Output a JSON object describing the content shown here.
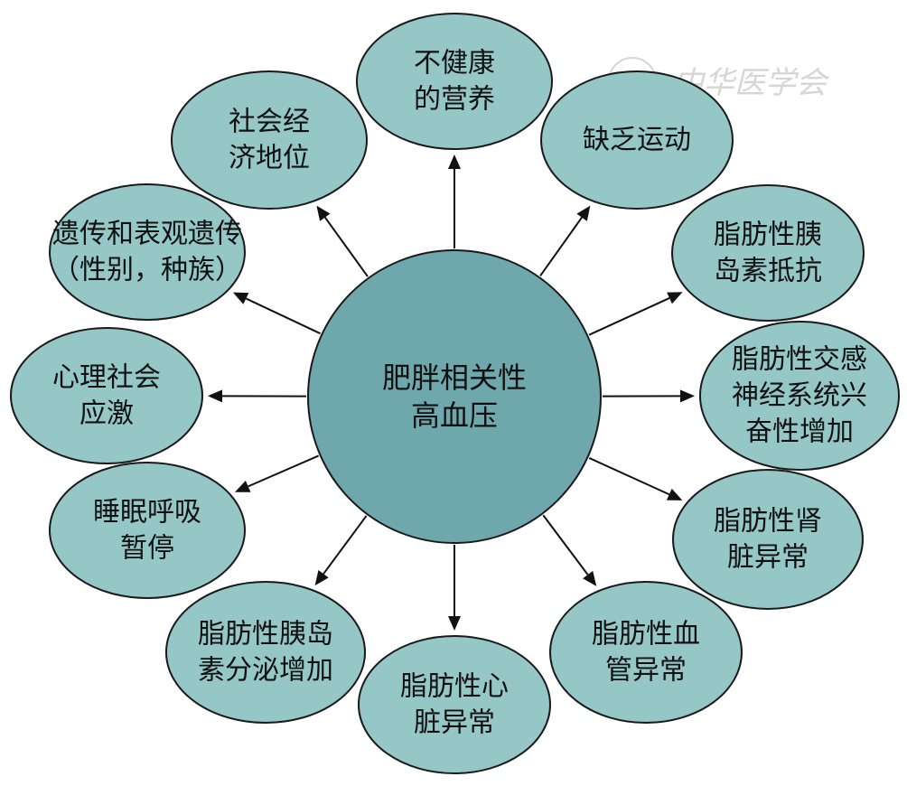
{
  "diagram": {
    "center": {
      "lines": [
        "肥胖相关性",
        "高血压"
      ]
    },
    "nodes": [
      {
        "id": "unhealthy-nutrition",
        "lines": [
          "不健康",
          "的营养"
        ]
      },
      {
        "id": "lack-of-exercise",
        "lines": [
          "缺乏运动"
        ]
      },
      {
        "id": "adipose-insulin-resistance",
        "lines": [
          "脂肪性胰",
          "岛素抵抗"
        ]
      },
      {
        "id": "adipose-sympathetic",
        "lines": [
          "脂肪性交感",
          "神经系统兴",
          "奋性增加"
        ]
      },
      {
        "id": "adipose-renal",
        "lines": [
          "脂肪性肾",
          "脏异常"
        ]
      },
      {
        "id": "adipose-vascular",
        "lines": [
          "脂肪性血",
          "管异常"
        ]
      },
      {
        "id": "adipose-cardiac",
        "lines": [
          "脂肪性心",
          "脏异常"
        ]
      },
      {
        "id": "adipose-insulin-secretion",
        "lines": [
          "脂肪性胰岛",
          "素分泌增加"
        ]
      },
      {
        "id": "sleep-apnea",
        "lines": [
          "睡眠呼吸",
          "暂停"
        ]
      },
      {
        "id": "psychosocial-stress",
        "lines": [
          "心理社会",
          "应激"
        ]
      },
      {
        "id": "genetics",
        "lines": [
          "遗传和表观遗传",
          "（性别，种族）"
        ]
      },
      {
        "id": "socioeconomic",
        "lines": [
          "社会经",
          "济地位"
        ]
      }
    ],
    "colors": {
      "node_fill": "#96c7c7",
      "center_fill": "#6fa8ac",
      "stroke": "#1a1a1a",
      "arrow": "#111111"
    },
    "watermark": {
      "text": "中华医学会"
    }
  }
}
